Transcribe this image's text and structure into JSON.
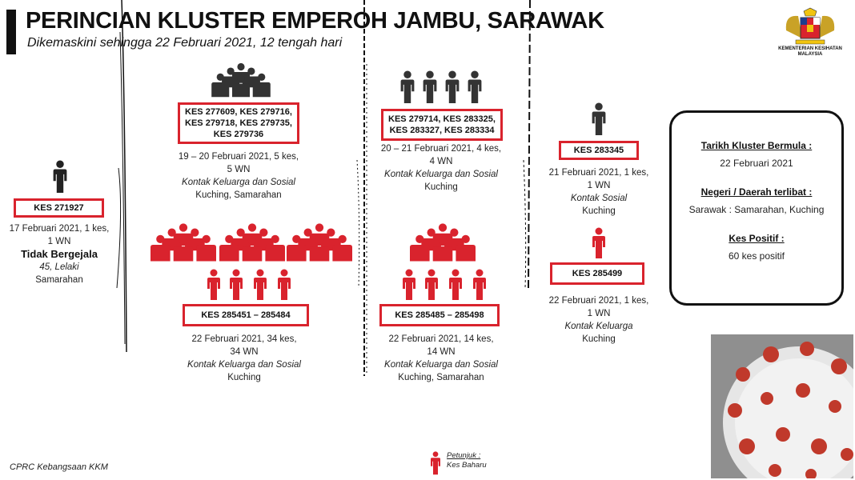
{
  "header": {
    "title": "PERINCIAN KLUSTER EMPEROH JAMBU, SARAWAK",
    "subtitle": "Dikemaskini sehingga 22 Februari 2021, 12 tengah hari"
  },
  "logo": {
    "text": "KEMENTERIAN KESIHATAN MALAYSIA"
  },
  "cases": {
    "c1": {
      "label": "KES 271927",
      "line1": "17 Februari 2021, 1 kes,",
      "line2": "1 WN",
      "line3": "Tidak Bergejala",
      "line4": "45, Lelaki",
      "line5": "Samarahan"
    },
    "c2": {
      "label": "KES 277609, KES 279716, KES 279718, KES 279735, KES 279736",
      "line1": "19 – 20 Februari 2021, 5 kes,",
      "line2": "5 WN",
      "line3": "Kontak Keluarga dan Sosial",
      "line4": "Kuching, Samarahan"
    },
    "c3": {
      "label": "KES 285451 – 285484",
      "line1": "22 Februari 2021, 34 kes,",
      "line2": "34 WN",
      "line3": "Kontak Keluarga dan Sosial",
      "line4": "Kuching"
    },
    "c4": {
      "label": "KES 279714, KES 283325, KES 283327, KES 283334",
      "line1": "20 – 21 Februari 2021, 4 kes,",
      "line2": "4 WN",
      "line3": "Kontak Keluarga dan Sosial",
      "line4": "Kuching"
    },
    "c5": {
      "label": "KES 285485 – 285498",
      "line1": "22 Februari 2021, 14 kes,",
      "line2": "14 WN",
      "line3": "Kontak Keluarga dan Sosial",
      "line4": "Kuching, Samarahan"
    },
    "c6": {
      "label": "KES 283345",
      "line1": "21 Februari 2021, 1 kes,",
      "line2": "1 WN",
      "line3": "Kontak Sosial",
      "line4": "Kuching"
    },
    "c7": {
      "label": "KES 285499",
      "line1": "22 Februari 2021, 1 kes,",
      "line2": "1 WN",
      "line3": "Kontak Keluarga",
      "line4": "Kuching"
    }
  },
  "summary": {
    "start_heading": "Tarikh Kluster Bermula :",
    "start_value": "22 Februari 2021",
    "region_heading": "Negeri / Daerah terlibat :",
    "region_value": "Sarawak : Samarahan, Kuching",
    "positive_heading": "Kes Positif :",
    "positive_value": "60 kes positif"
  },
  "legend": {
    "title": "Petunjuk :",
    "label": "Kes Baharu"
  },
  "footer": "CPRC Kebangsaan KKM",
  "colors": {
    "new_case": "#d9232d",
    "existing_case": "#222222",
    "box_border": "#d9232d"
  }
}
